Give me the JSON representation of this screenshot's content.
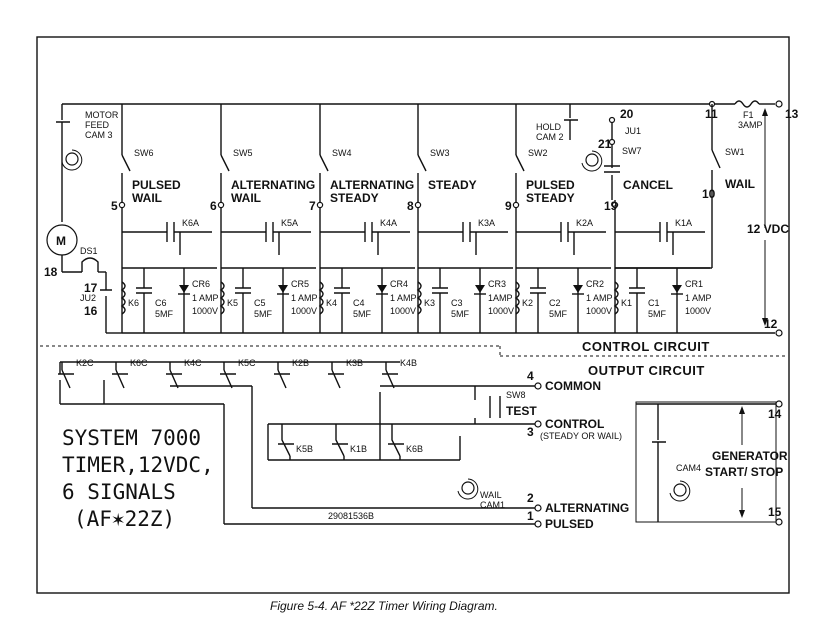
{
  "diagram": {
    "supply": {
      "voltage": "12 VDC",
      "fuse": "F1",
      "fuse_rating": "3AMP",
      "terminal_in": "13",
      "terminal_return": "12",
      "terminal_11": "11",
      "terminal_10": "10"
    },
    "motor": {
      "label": "M",
      "lamp": "DS1",
      "cam_label": [
        "MOTOR",
        "FEED",
        "CAM 3"
      ],
      "jumper": "JU2",
      "t17": "17",
      "t16": "16",
      "t18": "18"
    },
    "channels": [
      {
        "sw": "SW6",
        "term": "5",
        "name": [
          "PULSED",
          "WAIL"
        ],
        "contact": "K6A",
        "relay": "K6",
        "cap": "C6",
        "cap_val": "5MF",
        "diode": "CR6",
        "diode_val": [
          "1 AMP",
          "1000V"
        ]
      },
      {
        "sw": "SW5",
        "term": "6",
        "name": [
          "ALTERNATING",
          "WAIL"
        ],
        "contact": "K5A",
        "relay": "K5",
        "cap": "C5",
        "cap_val": "5MF",
        "diode": "CR5",
        "diode_val": [
          "1 AMP",
          "1000V"
        ]
      },
      {
        "sw": "SW4",
        "term": "7",
        "name": [
          "ALTERNATING",
          "STEADY"
        ],
        "contact": "K4A",
        "relay": "K4",
        "cap": "C4",
        "cap_val": "5MF",
        "diode": "CR4",
        "diode_val": [
          "1 AMP",
          "1000V"
        ]
      },
      {
        "sw": "SW3",
        "term": "8",
        "name": [
          "STEADY",
          ""
        ],
        "contact": "K3A",
        "relay": "K3",
        "cap": "C3",
        "cap_val": "5MF",
        "diode": "CR3",
        "diode_val": [
          "1AMP",
          "1000V"
        ]
      },
      {
        "sw": "SW2",
        "term": "9",
        "name": [
          "PULSED",
          "STEADY"
        ],
        "contact": "K2A",
        "relay": "K2",
        "cap": "C2",
        "cap_val": "5MF",
        "diode": "CR2",
        "diode_val": [
          "1 AMP",
          "1000V"
        ]
      },
      {
        "sw": "",
        "term": "19",
        "name": [
          "CANCEL",
          ""
        ],
        "contact": "K1A",
        "relay": "K1",
        "cap": "C1",
        "cap_val": "5MF",
        "diode": "CR1",
        "diode_val": [
          "1 AMP",
          "1000V"
        ]
      }
    ],
    "hold": {
      "cam_label": [
        "HOLD",
        "CAM 2"
      ],
      "jumper": "JU1",
      "sw": "SW7",
      "t20": "20",
      "t21": "21"
    },
    "wail_switch": {
      "sw": "SW1",
      "name": "WAIL"
    },
    "sections": {
      "control": "CONTROL CIRCUIT",
      "output": "OUTPUT CIRCUIT"
    },
    "output": {
      "top_contacts": [
        "K2C",
        "K6C",
        "K4C",
        "K5C",
        "K2B",
        "K3B",
        "K4B"
      ],
      "lower_contacts": [
        "K5B",
        "K1B",
        "K6B"
      ],
      "wail_cam": [
        "WAIL",
        "CAM1"
      ],
      "test_switch": [
        "SW8",
        "TEST"
      ],
      "outputs": [
        {
          "num": "4",
          "name": "COMMON",
          "sub": ""
        },
        {
          "num": "3",
          "name": "CONTROL",
          "sub": "(STEADY OR WAIL)"
        },
        {
          "num": "2",
          "name": "ALTERNATING",
          "sub": ""
        },
        {
          "num": "1",
          "name": "PULSED",
          "sub": ""
        }
      ],
      "part_no": "29081536B"
    },
    "generator": {
      "cam": "CAM4",
      "label": [
        "GENERATOR",
        "START/ STOP"
      ],
      "t14": "14",
      "t15": "15"
    },
    "title_block": [
      "SYSTEM 7000",
      "TIMER,12VDC,",
      "6 SIGNALS",
      "(AF✶22Z)"
    ]
  },
  "caption": "Figure 5-4.   AF *22Z Timer Wiring Diagram."
}
